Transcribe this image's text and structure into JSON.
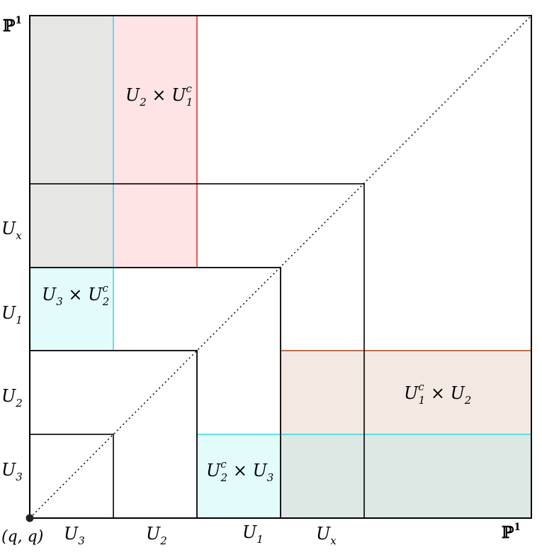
{
  "diagram": {
    "axis_labels": {
      "y": [
        "U",
        "U",
        "U",
        "U",
        "ℙ"
      ],
      "y_sub": [
        "3",
        "2",
        "1",
        "x",
        ""
      ],
      "y_sup": [
        "",
        "",
        "",
        "",
        "1"
      ],
      "x": [
        "U",
        "U",
        "U",
        "U",
        "ℙ"
      ],
      "x_sub": [
        "3",
        "2",
        "1",
        "x",
        ""
      ],
      "x_sup": [
        "",
        "",
        "",
        "",
        "1"
      ],
      "origin": "(q, q)"
    },
    "region_labels": {
      "u2_u1c": {
        "a": "U",
        "a_sub": "2",
        "op": " × ",
        "b": "U",
        "b_sub": "1",
        "b_sup": "c"
      },
      "u3_u2c": {
        "a": "U",
        "a_sub": "3",
        "op": " × ",
        "b": "U",
        "b_sub": "2",
        "b_sup": "c"
      },
      "u1c_u2": {
        "a": "U",
        "a_sub": "1",
        "a_sup": "c",
        "op": " × ",
        "b": "U",
        "b_sub": "2"
      },
      "u2c_u3": {
        "a": "U",
        "a_sub": "2",
        "a_sup": "c",
        "op": " × ",
        "b": "U",
        "b_sub": "3"
      }
    },
    "colors": {
      "gray_region": "#e6e6e4",
      "pink_region": "#ffe4e6",
      "cyan_region": "#e2fcfb",
      "tan_region": "#f3e8e2",
      "teal_gray_region": "#dde8e4",
      "cyan_line": "#35d7e8",
      "red_line": "#e02a2a",
      "brown_line": "#a0461a",
      "black": "#000000"
    }
  }
}
